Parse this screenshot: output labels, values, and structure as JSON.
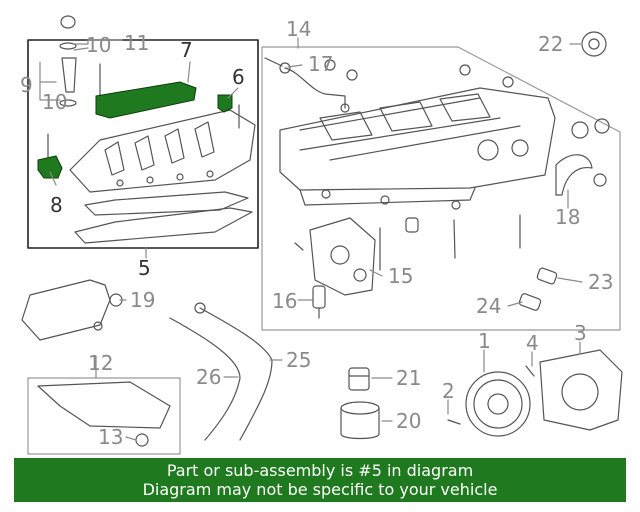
{
  "callouts": {
    "c1": "1",
    "c2": "2",
    "c3": "3",
    "c4": "4",
    "c5": "5",
    "c6": "6",
    "c7": "7",
    "c8": "8",
    "c9": "9",
    "c10a": "10",
    "c10b": "10",
    "c11": "11",
    "c12": "12",
    "c13": "13",
    "c14": "14",
    "c15": "15",
    "c16": "16",
    "c17": "17",
    "c18": "18",
    "c19": "19",
    "c20": "20",
    "c21": "21",
    "c22": "22",
    "c23": "23",
    "c24": "24",
    "c25": "25",
    "c26": "26"
  },
  "banner": {
    "line1": "Part or sub-assembly is #5 in diagram",
    "line2": "Diagram may not be specific to your vehicle"
  },
  "colors": {
    "highlight": "#1f7a1f",
    "line": "#8a8a8a",
    "banner_bg": "#1f7a1f",
    "banner_text": "#ffffff"
  }
}
